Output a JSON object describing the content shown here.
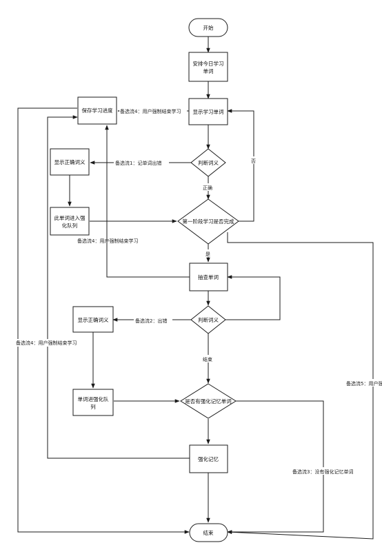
{
  "nodes": {
    "start": "开始",
    "arrange_line1": "安排今日学习",
    "arrange_line2": "单词",
    "show_word": "显示学习单词",
    "save_progress": "保存学习进度",
    "judge1": "判断词义",
    "show_meaning1": "显示正确词义",
    "queue1_line1": "此单词进入强",
    "queue1_line2": "化队列",
    "stage_done": "第一阶段学习是否完成",
    "spot_check": "抽查单词",
    "judge2": "判断词义",
    "show_meaning2": "显示正确词义",
    "queue2_line1": "单词进强化队",
    "queue2_line2": "列",
    "has_reinforce": "是否有强化记忆单词",
    "reinforce": "强化记忆",
    "end": "结束"
  },
  "edge_labels": {
    "alt4_top": "备选流4：用户强制结束学习",
    "alt1": "备选流1：记单词出错",
    "no": "否",
    "correct": "正确",
    "alt4_middle": "备选流4：用户强制结束学习",
    "yes": "是",
    "alt2": "备选流2：出错",
    "alt4_left": "备选流4：用户强制结束学习",
    "end_label": "结束",
    "alt5": "备选流5：用户强",
    "alt3": "备选流3：没有强化记忆单词"
  }
}
